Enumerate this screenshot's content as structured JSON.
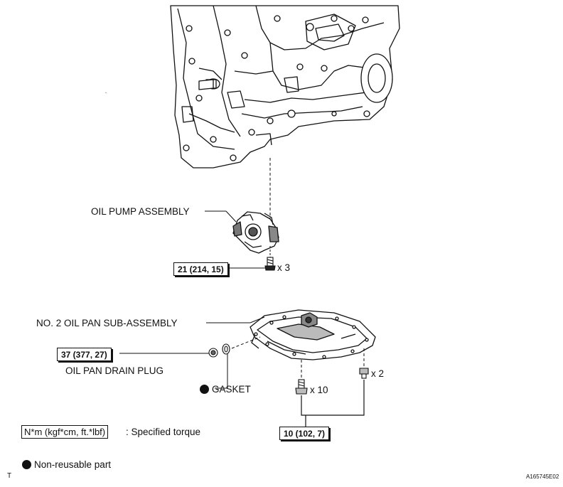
{
  "labels": {
    "oil_pump_assembly": "OIL PUMP ASSEMBLY",
    "oil_pan_sub_assembly": "NO. 2 OIL PAN SUB-ASSEMBLY",
    "oil_pan_drain_plug": "OIL PAN DRAIN PLUG",
    "gasket": "GASKET",
    "pump_bolt_qty": "x 3",
    "pan_bolt_qty_a": "x 10",
    "pan_bolt_qty_b": "x 2"
  },
  "torques": {
    "pump_bolts": "21 (214, 15)",
    "drain_plug": "37 (377, 27)",
    "pan_bolts": "10 (102, 7)"
  },
  "legend": {
    "torque_unit": "N*m (kgf*cm, ft.*lbf)",
    "torque_desc": ": Specified torque",
    "non_reusable": "Non-reusable part"
  },
  "footer": {
    "corner_mark": "T",
    "figure_id": "A165745E02"
  }
}
